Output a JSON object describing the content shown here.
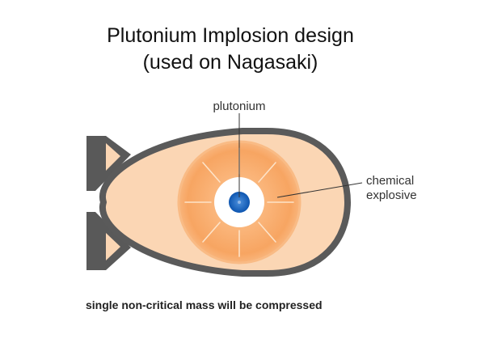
{
  "title": {
    "line1": "Plutonium Implosion design",
    "line2": "(used on Nagasaki)"
  },
  "labels": {
    "plutonium": "plutonium",
    "chemical": "chemical",
    "explosive": "explosive"
  },
  "caption": "single non-critical mass will be compressed",
  "colors": {
    "casing": "#5a5a5a",
    "body_fill": "#fbd6b4",
    "explosive_outer": "#f6a865",
    "explosive_inner": "#fde6cc",
    "plutonium_core": "#1565c0"
  }
}
